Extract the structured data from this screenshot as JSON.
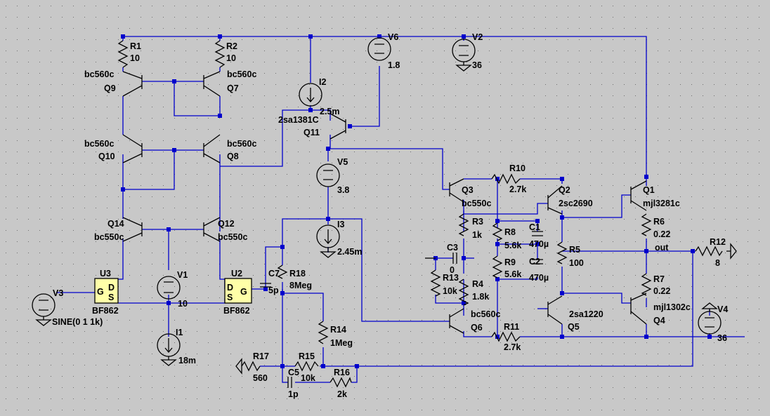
{
  "colors": {
    "background": "#c8c8c8",
    "grid": "#6e6e6e",
    "wire": "#0000cc",
    "part": "#000000",
    "node": "#0000cc",
    "jfet_fill": "#ffffa8"
  },
  "components": {
    "R1": {
      "ref": "R1",
      "value": "10"
    },
    "R2": {
      "ref": "R2",
      "value": "10"
    },
    "Q9": {
      "ref": "Q9",
      "model": "bc560c"
    },
    "Q7": {
      "ref": "Q7",
      "model": "bc560c"
    },
    "Q10": {
      "ref": "Q10",
      "model": "bc560c"
    },
    "Q8": {
      "ref": "Q8",
      "model": "bc560c"
    },
    "Q14": {
      "ref": "Q14",
      "model": "bc550c"
    },
    "Q12": {
      "ref": "Q12",
      "model": "bc550c"
    },
    "U3": {
      "ref": "U3",
      "model": "BF862"
    },
    "U2": {
      "ref": "U2",
      "model": "BF862"
    },
    "V1": {
      "ref": "V1",
      "value": "10"
    },
    "I1": {
      "ref": "I1",
      "value": "18m"
    },
    "V3": {
      "ref": "V3",
      "value": "SINE(0 1 1k)"
    },
    "I2": {
      "ref": "I2",
      "value": "2.5m"
    },
    "V6": {
      "ref": "V6",
      "value": "1.8"
    },
    "V2": {
      "ref": "V2",
      "value": "36"
    },
    "Q11": {
      "ref": "Q11",
      "model": "2sa1381C"
    },
    "V5": {
      "ref": "V5",
      "value": "3.8"
    },
    "I3": {
      "ref": "I3",
      "value": "2.45m"
    },
    "C7": {
      "ref": "C7",
      "value": "5p"
    },
    "R18": {
      "ref": "R18",
      "value": "8Meg"
    },
    "R14": {
      "ref": "R14",
      "value": "1Meg"
    },
    "R17": {
      "ref": "R17",
      "value": "560"
    },
    "R15": {
      "ref": "R15",
      "value": "10k"
    },
    "C5": {
      "ref": "C5",
      "value": "1p"
    },
    "R16": {
      "ref": "R16",
      "value": "2k"
    },
    "Q3": {
      "ref": "Q3",
      "model": "bc550c"
    },
    "R3": {
      "ref": "R3",
      "value": "1k"
    },
    "C3": {
      "ref": "C3",
      "value": "0"
    },
    "R13": {
      "ref": "R13",
      "value": "10k"
    },
    "R4": {
      "ref": "R4",
      "value": "1.8k"
    },
    "Q6": {
      "ref": "Q6",
      "model": "bc560c"
    },
    "R10": {
      "ref": "R10",
      "value": "2.7k"
    },
    "R8": {
      "ref": "R8",
      "value": "5.6k"
    },
    "C1": {
      "ref": "C1",
      "value": "470µ"
    },
    "R9": {
      "ref": "R9",
      "value": "5.6k"
    },
    "C2": {
      "ref": "C2",
      "value": "470µ"
    },
    "R11": {
      "ref": "R11",
      "value": "2.7k"
    },
    "Q2": {
      "ref": "Q2",
      "model": "2sc2690"
    },
    "R5": {
      "ref": "R5",
      "value": "100"
    },
    "Q5": {
      "ref": "Q5",
      "model": "2sa1220"
    },
    "Q1": {
      "ref": "Q1",
      "model": "mjl3281c"
    },
    "R6": {
      "ref": "R6",
      "value": "0.22"
    },
    "R7": {
      "ref": "R7",
      "value": "0.22"
    },
    "Q4": {
      "ref": "Q4",
      "model": "mjl1302c"
    },
    "R12": {
      "ref": "R12",
      "value": "8"
    },
    "V4": {
      "ref": "V4",
      "value": "36"
    }
  },
  "nets": {
    "out": "out"
  },
  "pins": {
    "gate": "G",
    "drain": "D",
    "source": "S"
  }
}
